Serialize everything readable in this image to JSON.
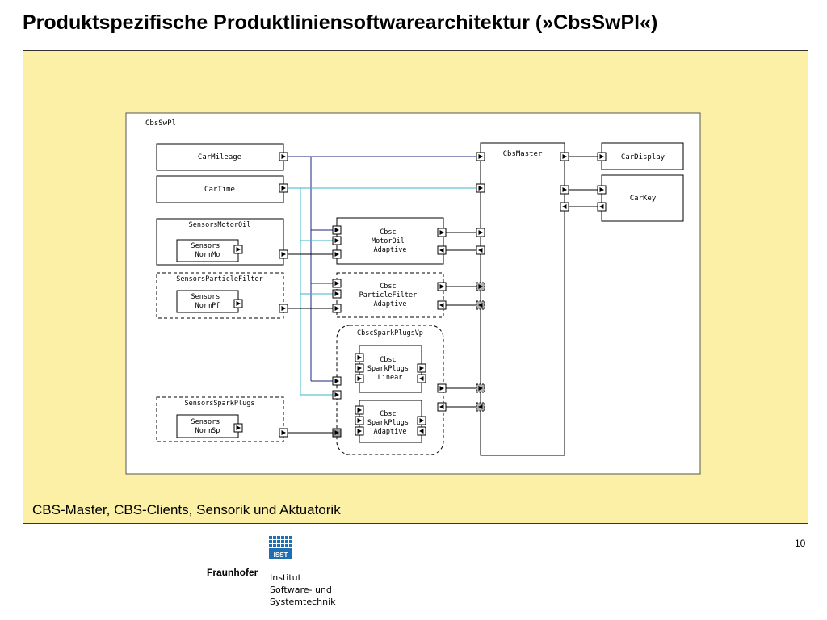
{
  "slide": {
    "title": "Produktspezifische Produktliniensoftwarearchitektur (»CbsSwPl«)",
    "caption": "CBS-Master, CBS-Clients, Sensorik und Aktuatorik",
    "page_number": "10"
  },
  "diagram": {
    "frame_label": "CbsSwPl",
    "components": {
      "car_mileage": "CarMileage",
      "car_time": "CarTime",
      "sensors_motor_oil": "SensorsMotorOil",
      "sensors_norm_mo": [
        "Sensors",
        "NormMo"
      ],
      "sensors_particle_filter": "SensorsParticleFilter",
      "sensors_norm_pf": [
        "Sensors",
        "NormPf"
      ],
      "sensors_spark_plugs": "SensorsSparkPlugs",
      "sensors_norm_sp": [
        "Sensors",
        "NormSp"
      ],
      "cbsc_motor_oil": [
        "Cbsc",
        "MotorOil",
        "Adaptive"
      ],
      "cbsc_particle_filter": [
        "Cbsc",
        "ParticleFilter",
        "Adaptive"
      ],
      "cbsc_spark_plugs_vp": "CbscSparkPlugsVp",
      "cbsc_spark_plugs_linear": [
        "Cbsc",
        "SparkPlugs",
        "Linear"
      ],
      "cbsc_spark_plugs_adaptive": [
        "Cbsc",
        "SparkPlugs",
        "Adaptive"
      ],
      "cbs_master": "CbsMaster",
      "car_display": "CarDisplay",
      "car_key": "CarKey"
    },
    "colors": {
      "line_dark": "#1a237e",
      "line_cyan": "#3ab7c8",
      "line_black": "#000000",
      "port_fill": "#ffffff",
      "port_variant_fill": "#b0b0b0"
    }
  },
  "logo": {
    "badge": "ISST",
    "brand": "Fraunhofer",
    "institute_lines": [
      "Institut",
      "Software- und",
      "Systemtechnik"
    ],
    "color": "#1f6db3"
  }
}
